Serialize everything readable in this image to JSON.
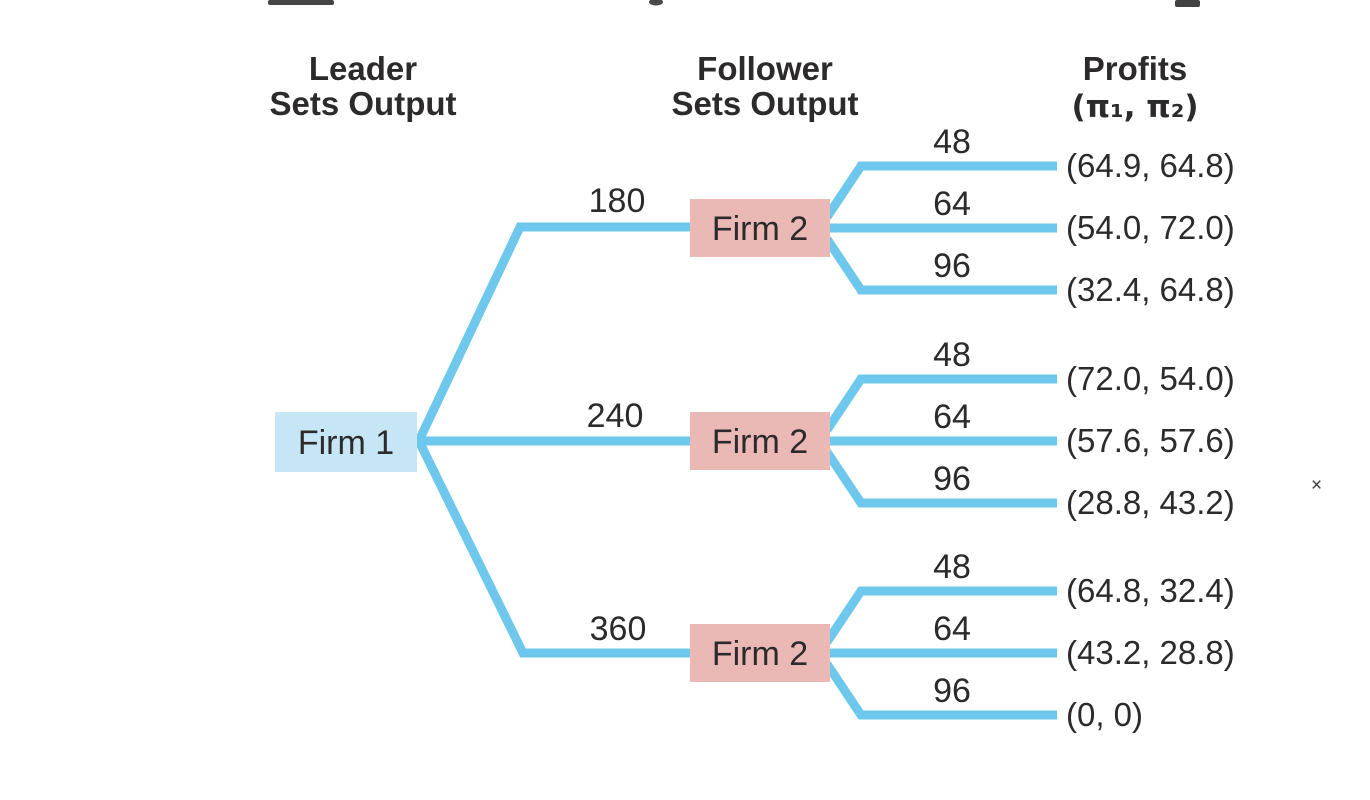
{
  "headers": {
    "leader": {
      "line1": "Leader",
      "line2": "Sets Output"
    },
    "follower": {
      "line1": "Follower",
      "line2": "Sets Output"
    },
    "profits": {
      "line1": "Profits",
      "line2": "(π₁, π₂)"
    }
  },
  "tree": {
    "root": {
      "label": "Firm 1"
    },
    "branches": [
      {
        "output": "180",
        "node_label": "Firm 2",
        "children": [
          {
            "output": "48",
            "profit": "(64.9, 64.8)"
          },
          {
            "output": "64",
            "profit": "(54.0, 72.0)"
          },
          {
            "output": "96",
            "profit": "(32.4, 64.8)"
          }
        ]
      },
      {
        "output": "240",
        "node_label": "Firm 2",
        "children": [
          {
            "output": "48",
            "profit": "(72.0, 54.0)"
          },
          {
            "output": "64",
            "profit": "(57.6, 57.6)"
          },
          {
            "output": "96",
            "profit": "(28.8, 43.2)"
          }
        ]
      },
      {
        "output": "360",
        "node_label": "Firm 2",
        "children": [
          {
            "output": "48",
            "profit": "(64.8, 32.4)"
          },
          {
            "output": "64",
            "profit": "(43.2, 28.8)"
          },
          {
            "output": "96",
            "profit": "(0, 0)"
          }
        ]
      }
    ]
  },
  "colors": {
    "branch_line": "#6ec7ec",
    "leader_node_fill": "#c6e5f5",
    "follower_node_fill": "#eab9b6",
    "text": "#2d2a2b"
  },
  "artifacts": {
    "stray_mark": "×"
  }
}
